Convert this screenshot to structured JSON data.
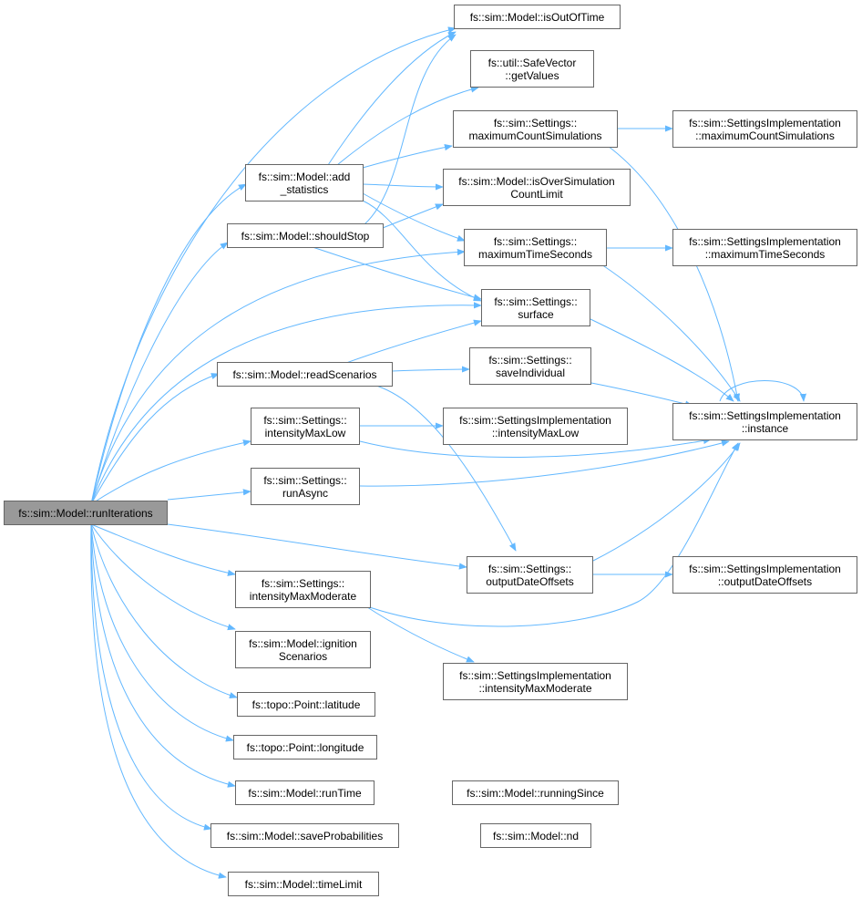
{
  "colors": {
    "edge": "#63b8ff",
    "border": "#666666",
    "root_fill": "#999999",
    "node_fill": "#ffffff"
  },
  "nodes": {
    "run_iterations": {
      "lines": [
        "fs::sim::Model::runIterations"
      ]
    },
    "is_out_of_time": {
      "lines": [
        "fs::sim::Model::isOutOfTime"
      ]
    },
    "get_values": {
      "lines": [
        "fs::util::SafeVector",
        "::getValues"
      ]
    },
    "settings_max_count_sim": {
      "lines": [
        "fs::sim::Settings::",
        "maximumCountSimulations"
      ]
    },
    "impl_max_count_sim": {
      "lines": [
        "fs::sim::SettingsImplementation",
        "::maximumCountSimulations"
      ]
    },
    "add_statistics": {
      "lines": [
        "fs::sim::Model::add",
        "_statistics"
      ]
    },
    "is_over_sim_count": {
      "lines": [
        "fs::sim::Model::isOverSimulation",
        "CountLimit"
      ]
    },
    "should_stop": {
      "lines": [
        "fs::sim::Model::shouldStop"
      ]
    },
    "settings_max_time": {
      "lines": [
        "fs::sim::Settings::",
        "maximumTimeSeconds"
      ]
    },
    "impl_max_time": {
      "lines": [
        "fs::sim::SettingsImplementation",
        "::maximumTimeSeconds"
      ]
    },
    "settings_surface": {
      "lines": [
        "fs::sim::Settings::",
        "surface"
      ]
    },
    "read_scenarios": {
      "lines": [
        "fs::sim::Model::readScenarios"
      ]
    },
    "settings_save_individual": {
      "lines": [
        "fs::sim::Settings::",
        "saveIndividual"
      ]
    },
    "settings_intensity_low": {
      "lines": [
        "fs::sim::Settings::",
        "intensityMaxLow"
      ]
    },
    "impl_intensity_low": {
      "lines": [
        "fs::sim::SettingsImplementation",
        "::intensityMaxLow"
      ]
    },
    "impl_instance": {
      "lines": [
        "fs::sim::SettingsImplementation",
        "::instance"
      ]
    },
    "settings_run_async": {
      "lines": [
        "fs::sim::Settings::",
        "runAsync"
      ]
    },
    "settings_output_offsets": {
      "lines": [
        "fs::sim::Settings::",
        "outputDateOffsets"
      ]
    },
    "impl_output_offsets": {
      "lines": [
        "fs::sim::SettingsImplementation",
        "::outputDateOffsets"
      ]
    },
    "settings_intensity_moderate": {
      "lines": [
        "fs::sim::Settings::",
        "intensityMaxModerate"
      ]
    },
    "impl_intensity_moderate": {
      "lines": [
        "fs::sim::SettingsImplementation",
        "::intensityMaxModerate"
      ]
    },
    "ignition_scenarios": {
      "lines": [
        "fs::sim::Model::ignition",
        "Scenarios"
      ]
    },
    "point_latitude": {
      "lines": [
        "fs::topo::Point::latitude"
      ]
    },
    "point_longitude": {
      "lines": [
        "fs::topo::Point::longitude"
      ]
    },
    "run_time": {
      "lines": [
        "fs::sim::Model::runTime"
      ]
    },
    "running_since": {
      "lines": [
        "fs::sim::Model::runningSince"
      ]
    },
    "save_probabilities": {
      "lines": [
        "fs::sim::Model::saveProbabilities"
      ]
    },
    "model_nd": {
      "lines": [
        "fs::sim::Model::nd"
      ]
    },
    "time_limit": {
      "lines": [
        "fs::sim::Model::timeLimit"
      ]
    }
  }
}
